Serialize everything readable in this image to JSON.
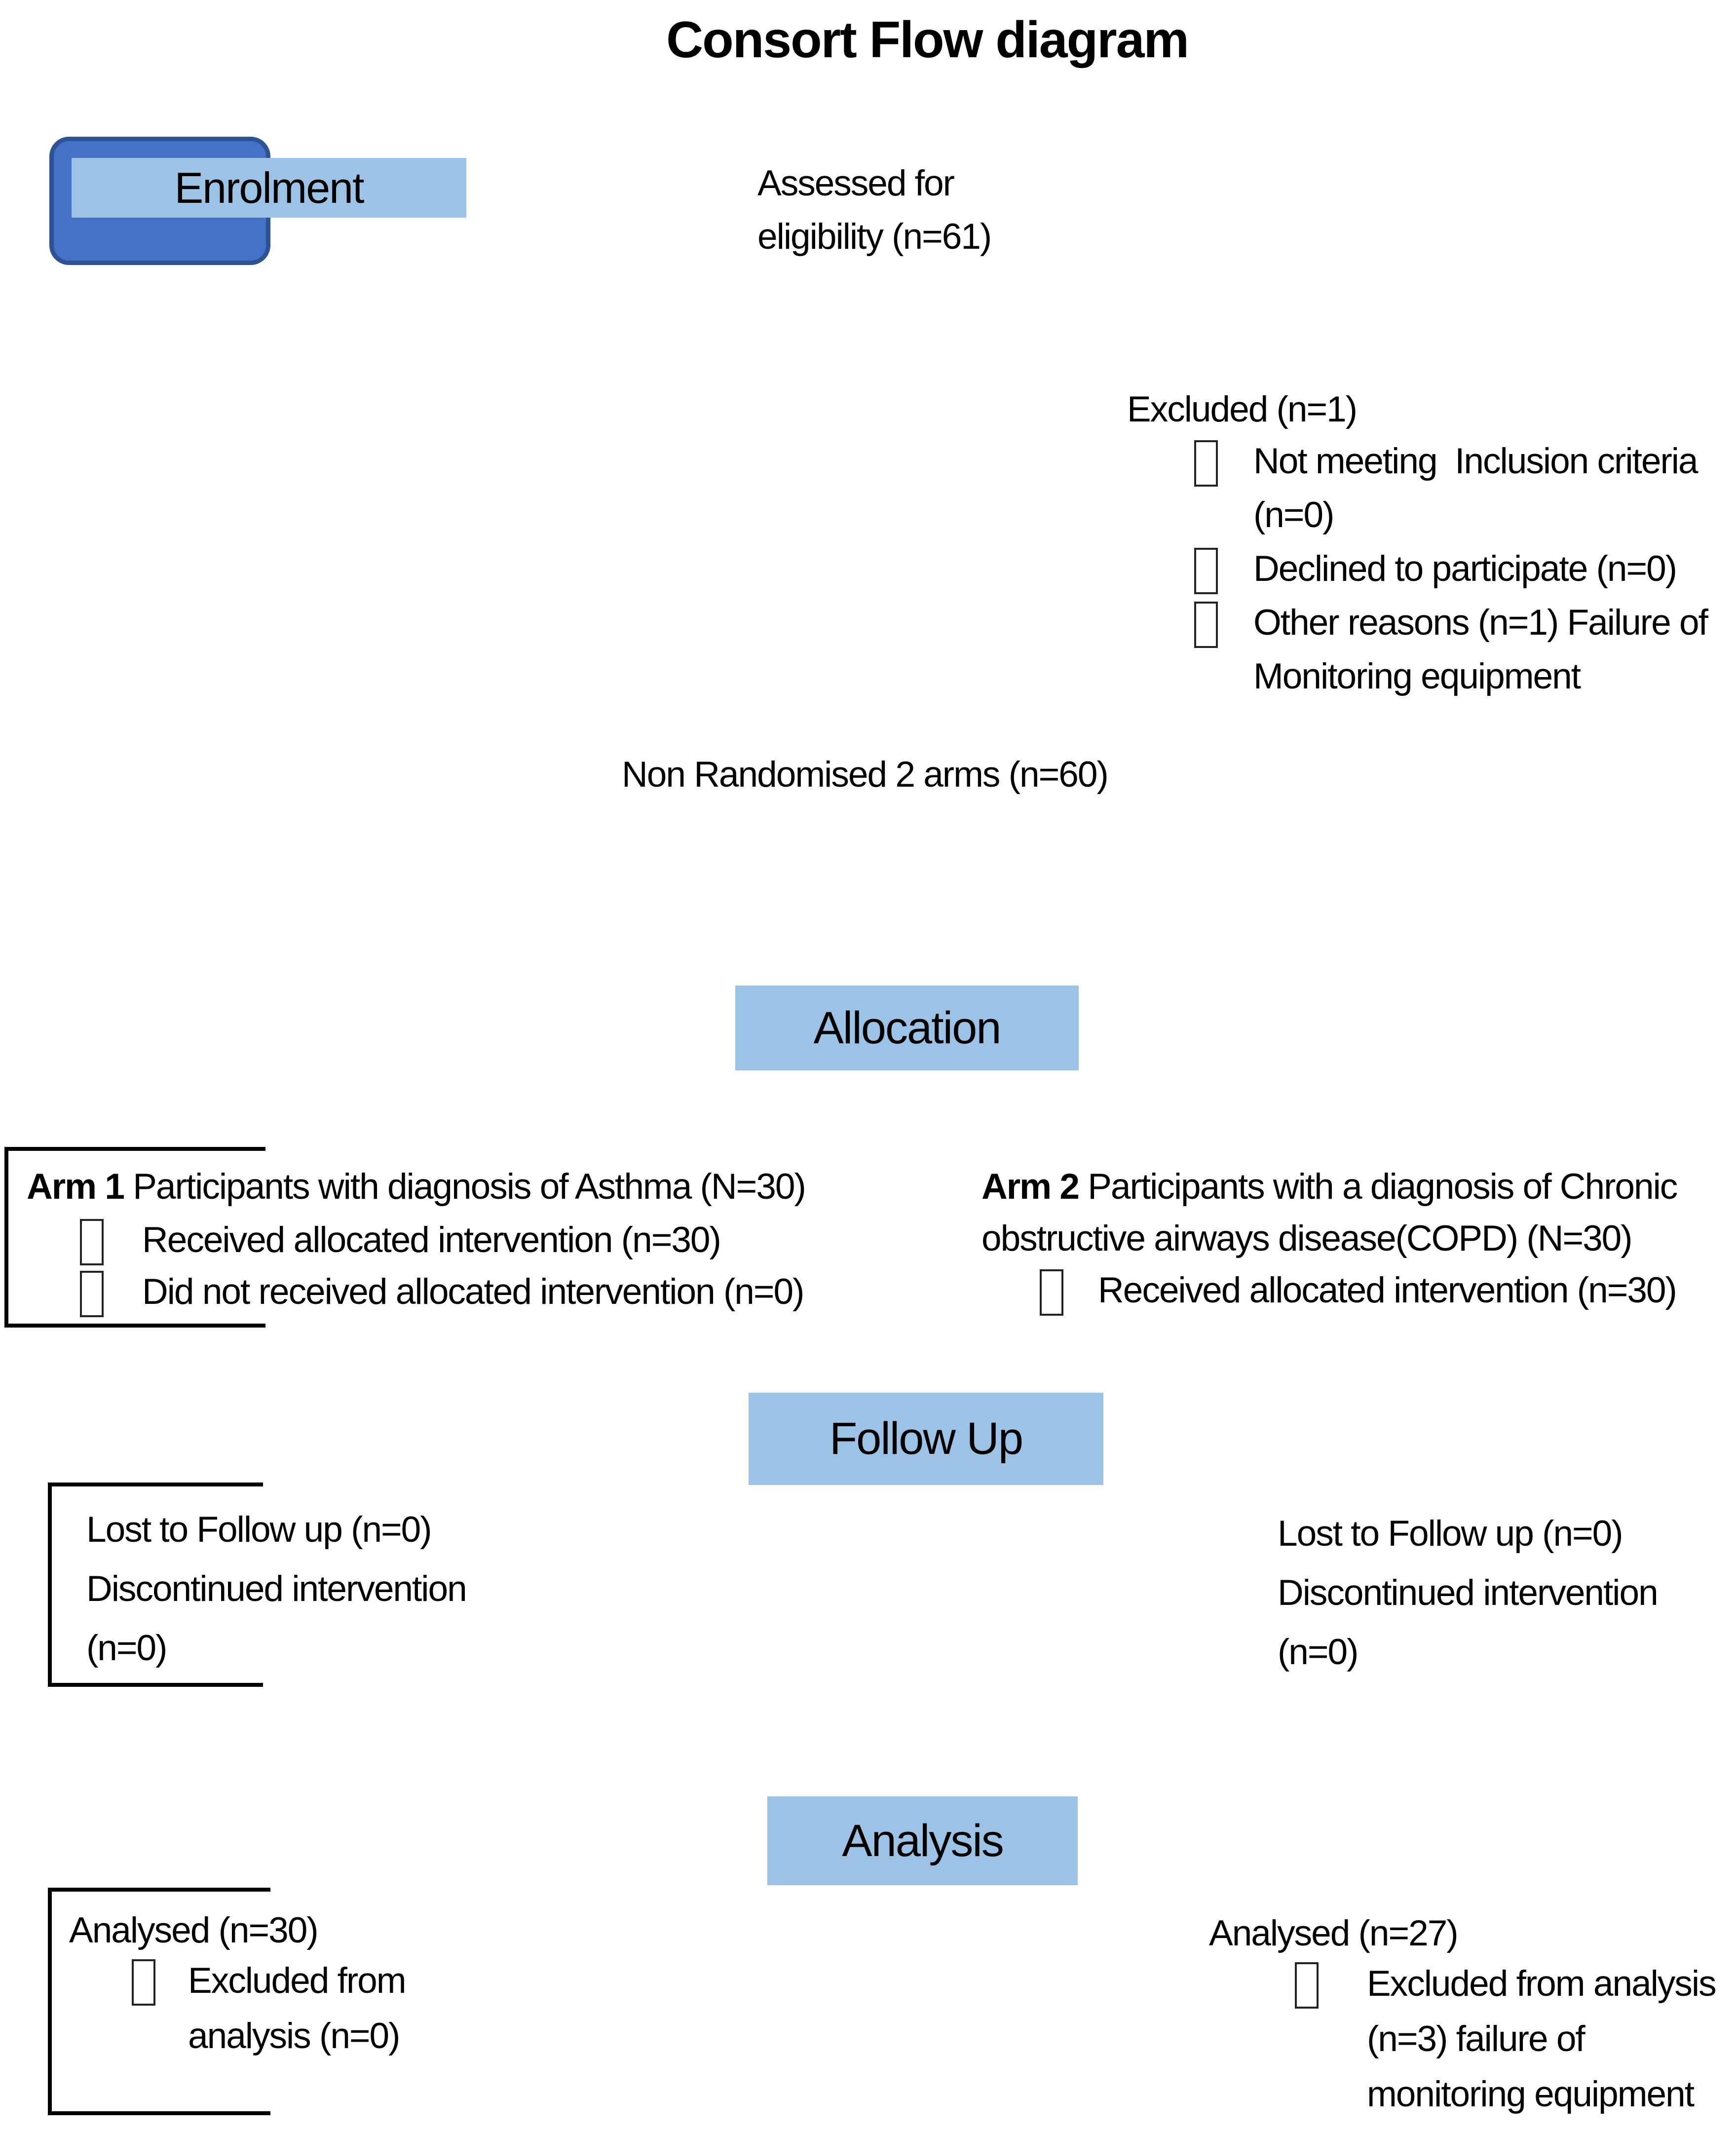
{
  "title": "Consort Flow diagram",
  "colors": {
    "dark_blue": "#4472C6",
    "dark_blue_border": "#2E5395",
    "light_blue": "#9CC2E5",
    "text": "#000000"
  },
  "stage_labels": {
    "enrolment": "Enrolment",
    "allocation": "Allocation",
    "follow_up": "Follow Up",
    "analysis": "Analysis"
  },
  "assessed": {
    "lines": [
      "Assessed for",
      "eligibility (n=61)"
    ]
  },
  "excluded": {
    "heading": "Excluded (n=1)",
    "items": [
      {
        "lines": [
          "Not meeting  Inclusion criteria",
          "(n=0)"
        ]
      },
      {
        "lines": [
          "Declined to participate (n=0)"
        ]
      },
      {
        "lines": [
          "Other reasons (n=1) Failure of",
          "Monitoring equipment"
        ]
      }
    ]
  },
  "non_randomised": "Non Randomised 2 arms (n=60)",
  "arm1": {
    "label": "Arm 1",
    "description": "Participants with diagnosis of Asthma (N=30)",
    "items": [
      {
        "lines": [
          "Received allocated intervention (n=30)"
        ]
      },
      {
        "lines": [
          "Did not received allocated intervention (n=0)"
        ]
      }
    ]
  },
  "arm2": {
    "label": "Arm 2",
    "description_lines": [
      "Participants with a diagnosis of Chronic",
      "obstructive airways disease(COPD) (N=30)"
    ],
    "items": [
      {
        "lines": [
          "Received allocated intervention (n=30)"
        ]
      }
    ]
  },
  "follow_up_left": {
    "lines": [
      "Lost to Follow up (n=0)",
      "Discontinued intervention",
      "(n=0)"
    ]
  },
  "follow_up_right": {
    "lines": [
      "Lost to Follow up (n=0)",
      "Discontinued intervention",
      "(n=0)"
    ]
  },
  "analysis_left": {
    "heading": "Analysed (n=30)",
    "items": [
      {
        "lines": [
          "Excluded from",
          "analysis (n=0)"
        ]
      }
    ]
  },
  "analysis_right": {
    "heading": "Analysed (n=27)",
    "items": [
      {
        "lines": [
          "Excluded from analysis",
          "(n=3) failure of",
          "monitoring equipment"
        ]
      }
    ]
  }
}
